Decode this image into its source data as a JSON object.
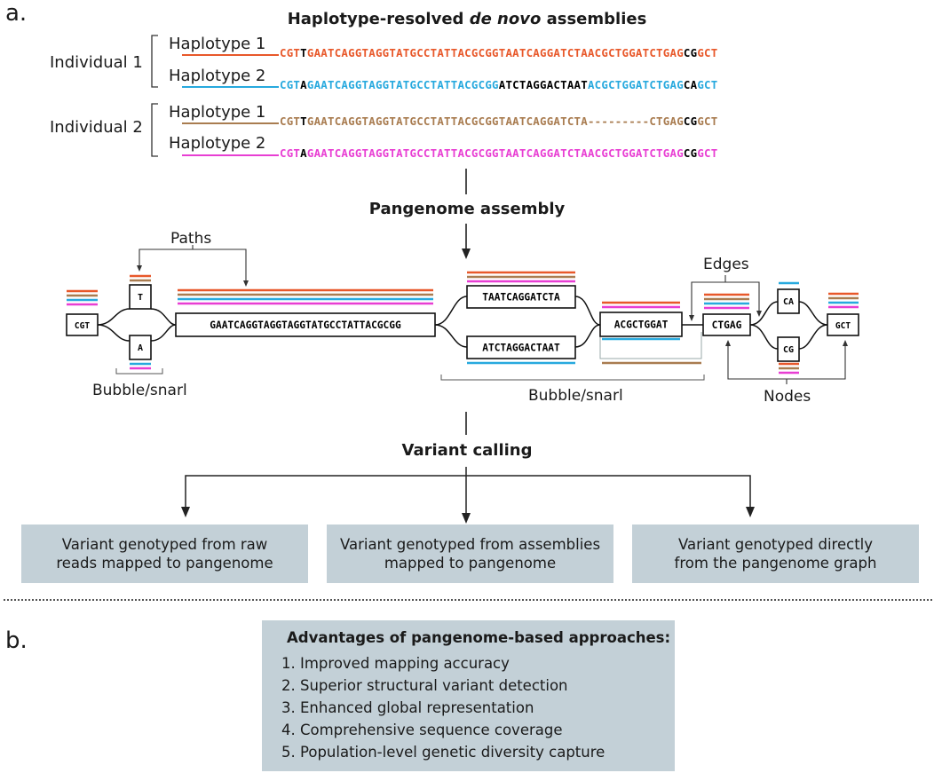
{
  "panel_a": "a.",
  "panel_b": "b.",
  "title_assemblies_pre": "Haplotype-resolved ",
  "title_assemblies_em": "de novo",
  "title_assemblies_post": " assemblies",
  "individuals": [
    {
      "label": "Individual 1",
      "haplotypes": [
        {
          "label": "Haplotype 1",
          "color": "#e8582a",
          "segments": [
            [
              "CGT",
              "c"
            ],
            [
              "T",
              "k"
            ],
            [
              "GAATCAGGTAGGTATGCCTATTACGCGGTAATCAGGATCTAACGCTGGATCTGAG",
              "c"
            ],
            [
              "CG",
              "k"
            ],
            [
              "GCT",
              "c"
            ]
          ]
        },
        {
          "label": "Haplotype 2",
          "color": "#27a9de",
          "segments": [
            [
              "CGT",
              "c"
            ],
            [
              "A",
              "k"
            ],
            [
              "GAATCAGGTAGGTATGCCTATTACGCGG",
              "c"
            ],
            [
              "ATCTAGGACTAAT",
              "k"
            ],
            [
              "ACGCTGGATCTGAG",
              "c"
            ],
            [
              "CA",
              "k"
            ],
            [
              "GCT",
              "c"
            ]
          ]
        }
      ]
    },
    {
      "label": "Individual 2",
      "haplotypes": [
        {
          "label": "Haplotype 1",
          "color": "#a97c50",
          "segments": [
            [
              "CGT",
              "c"
            ],
            [
              "T",
              "k"
            ],
            [
              "GAATCAGGTAGGTATGCCTATTACGCGGTAATCAGGATCTA---------CTGAG",
              "c"
            ],
            [
              "CG",
              "k"
            ],
            [
              "GCT",
              "c"
            ]
          ]
        },
        {
          "label": "Haplotype 2",
          "color": "#e83ed3",
          "segments": [
            [
              "CGT",
              "c"
            ],
            [
              "A",
              "k"
            ],
            [
              "GAATCAGGTAGGTATGCCTATTACGCGGTAATCAGGATCTAACGCTGGATCTGAG",
              "c"
            ],
            [
              "CG",
              "k"
            ],
            [
              "GCT",
              "c"
            ]
          ]
        }
      ]
    }
  ],
  "title_pangenome": "Pangenome assembly",
  "graph": {
    "nodes": {
      "cgt": "CGT",
      "t": "T",
      "a": "A",
      "long": "GAATCAGGTAGGTAGGTATGCCTATTACGCGG",
      "top": "TAATCAGGATCTA",
      "bottom": "ATCTAGGACTAAT",
      "acgct": "ACGCTGGAT",
      "ctgag": "CTGAG",
      "ca": "CA",
      "cg": "CG",
      "gct": "GCT"
    },
    "labels": {
      "paths": "Paths",
      "bubble_left": "Bubble/snarl",
      "bubble_mid": "Bubble/snarl",
      "edges": "Edges",
      "nodes": "Nodes"
    }
  },
  "title_variant": "Variant calling",
  "methods": [
    "Variant genotyped from raw reads mapped to pangenome",
    "Variant genotyped from assemblies mapped to pangenome",
    "Variant genotyped directly from the pangenome graph"
  ],
  "advantages": {
    "title": "Advantages of pangenome-based approaches:",
    "items": [
      "1. Improved mapping accuracy",
      "2. Superior structural variant detection",
      "3. Enhanced global representation",
      "4. Comprehensive sequence coverage",
      "5. Population-level genetic diversity capture"
    ]
  }
}
